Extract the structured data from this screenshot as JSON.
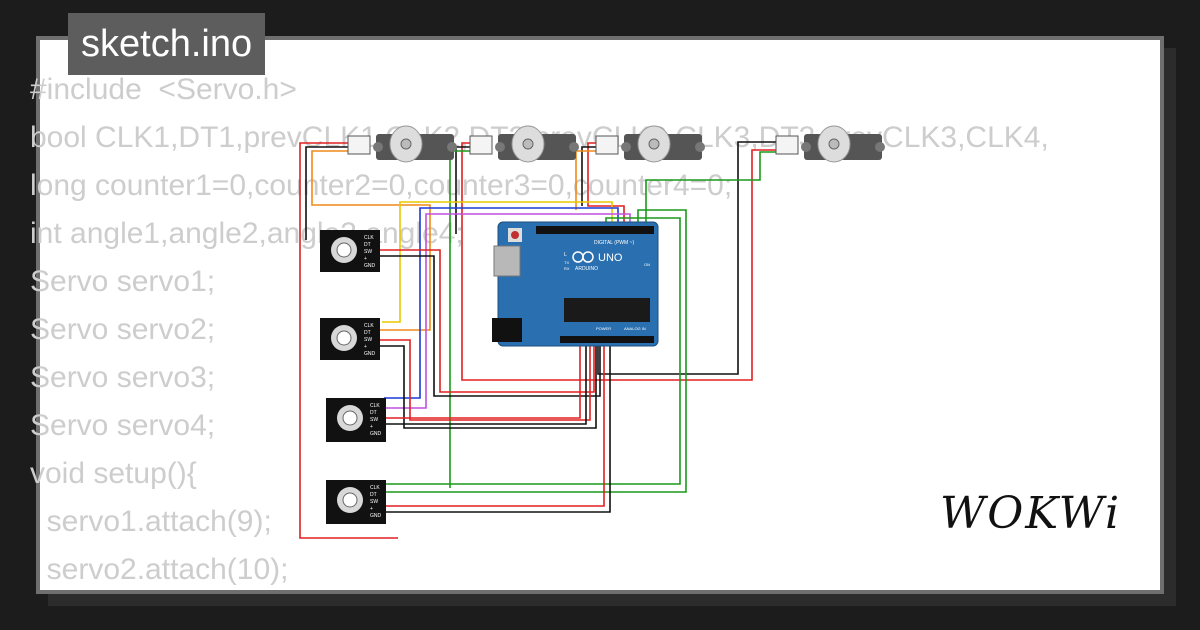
{
  "tab": {
    "filename": "sketch.ino"
  },
  "code_lines": [
    "#include  <Servo.h>",
    "bool CLK1,DT1,prevCLK1,CLK2,DT2,prevCLK2,CLK3,DT3,prevCLK3,CLK4,",
    "long counter1=0,counter2=0,counter3=0,counter4=0;",
    "int angle1,angle2,angle3,angle4;",
    "Servo servo1;",
    "Servo servo2;",
    "Servo servo3;",
    "Servo servo4;",
    "void setup(){",
    "  servo1.attach(9);",
    "  servo2.attach(10);"
  ],
  "board": {
    "brand": "ARDUINO",
    "model": "UNO",
    "digital_label": "DIGITAL (PWM ~)",
    "power_label": "POWER",
    "analog_label": "ANALOG IN",
    "on_label": "ON",
    "l_label": "L",
    "tx_label": "TX",
    "rx_label": "RX"
  },
  "encoder_pins": [
    "CLK",
    "DT",
    "SW",
    "+",
    "GND"
  ],
  "logo": "WOKWi",
  "colors": {
    "red": "#e02020",
    "black": "#111111",
    "green": "#1a9a1a",
    "orange": "#f08a1a",
    "yellow": "#e8c800",
    "blue": "#1a3ad8",
    "violet": "#c050e0",
    "board": "#2a6fb0"
  }
}
